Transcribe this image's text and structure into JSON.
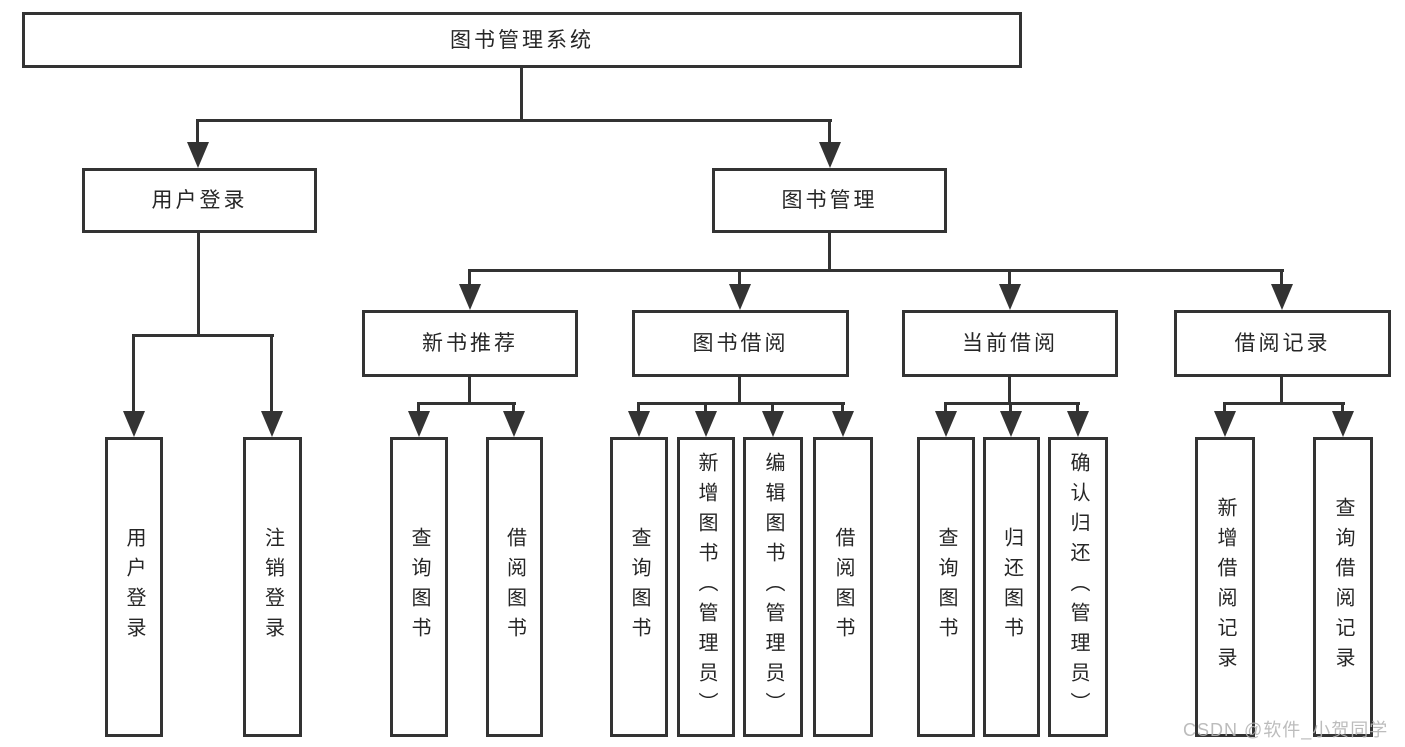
{
  "colors": {
    "line": "#333333",
    "text": "#262626",
    "background": "#ffffff",
    "watermark": "#b5b5b5"
  },
  "diagram": {
    "root": {
      "label": "图书管理系统"
    },
    "level1": [
      {
        "label": "用户登录"
      },
      {
        "label": "图书管理"
      }
    ],
    "level2": [
      {
        "label": "新书推荐"
      },
      {
        "label": "图书借阅"
      },
      {
        "label": "当前借阅"
      },
      {
        "label": "借阅记录"
      }
    ],
    "leaves": {
      "user_login": [
        "用户登录",
        "注销登录"
      ],
      "new_book": [
        "查询图书",
        "借阅图书"
      ],
      "book_borrow": [
        "查询图书",
        "新增图书（管理员）",
        "编辑图书（管理员）",
        "借阅图书"
      ],
      "current_borrow": [
        "查询图书",
        "归还图书",
        "确认归还（管理员）"
      ],
      "borrow_record": [
        "新增借阅记录",
        "查询借阅记录"
      ]
    }
  },
  "watermark": {
    "text": "CSDN @软件_小贺同学"
  }
}
